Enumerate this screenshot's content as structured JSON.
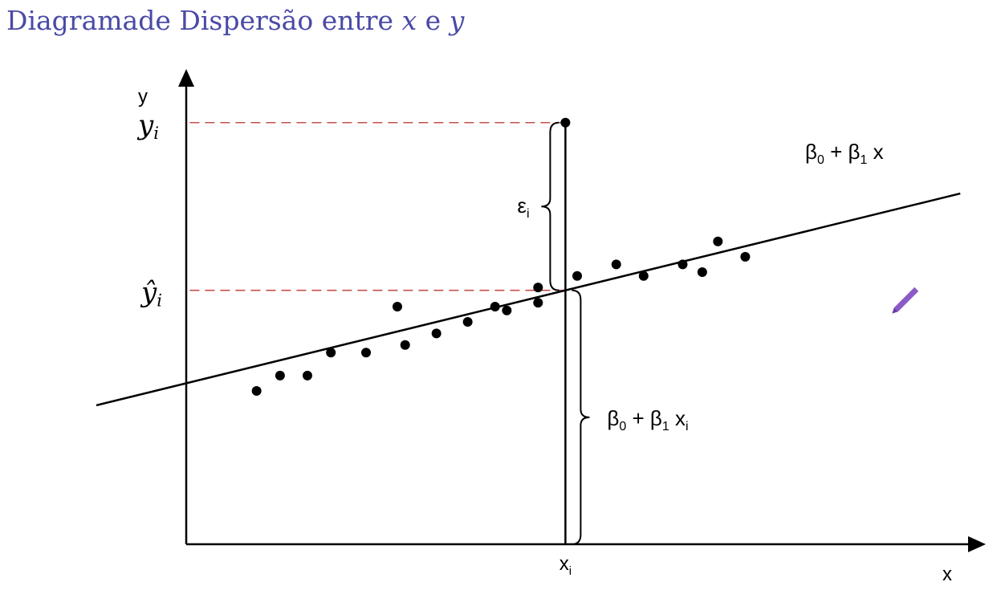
{
  "title": {
    "text_prefix": "Diagramade Dispersão entre ",
    "var_x": "x",
    "conj": " e ",
    "var_y": "y"
  },
  "chart_data": {
    "type": "scatter",
    "xlabel": "x",
    "ylabel": "y",
    "grid": false,
    "points": [
      {
        "x": 0.9,
        "y": 2.0
      },
      {
        "x": 1.2,
        "y": 2.2
      },
      {
        "x": 1.55,
        "y": 2.2
      },
      {
        "x": 1.85,
        "y": 2.5
      },
      {
        "x": 2.3,
        "y": 2.5
      },
      {
        "x": 2.7,
        "y": 3.1
      },
      {
        "x": 2.8,
        "y": 2.6
      },
      {
        "x": 3.2,
        "y": 2.75
      },
      {
        "x": 3.6,
        "y": 2.9
      },
      {
        "x": 3.95,
        "y": 3.1
      },
      {
        "x": 4.1,
        "y": 3.05
      },
      {
        "x": 4.5,
        "y": 3.15
      },
      {
        "x": 4.5,
        "y": 3.35
      },
      {
        "x": 4.85,
        "y": 5.5
      },
      {
        "x": 5.0,
        "y": 3.5
      },
      {
        "x": 5.5,
        "y": 3.65
      },
      {
        "x": 5.85,
        "y": 3.5
      },
      {
        "x": 6.35,
        "y": 3.65
      },
      {
        "x": 6.6,
        "y": 3.55
      },
      {
        "x": 6.8,
        "y": 3.95
      },
      {
        "x": 7.15,
        "y": 3.75
      }
    ],
    "regression_line": {
      "intercept": 2.1,
      "slope": 0.25,
      "label": "β0 + β1 x"
    },
    "highlight": {
      "x": 4.85,
      "y_observed": 5.5,
      "x_label": "xi",
      "y_label": "yi",
      "yhat_label": "ŷi",
      "error_label": "εi",
      "fitted_label": "β0 + β1 xi"
    },
    "xlim": [
      0,
      10
    ],
    "ylim": [
      0,
      6
    ]
  },
  "colors": {
    "title": "#4a4aa6",
    "axes": "#000000",
    "guide": "#c45050",
    "pencil": "#8a5ac8"
  },
  "icons": [
    "pencil-icon"
  ]
}
